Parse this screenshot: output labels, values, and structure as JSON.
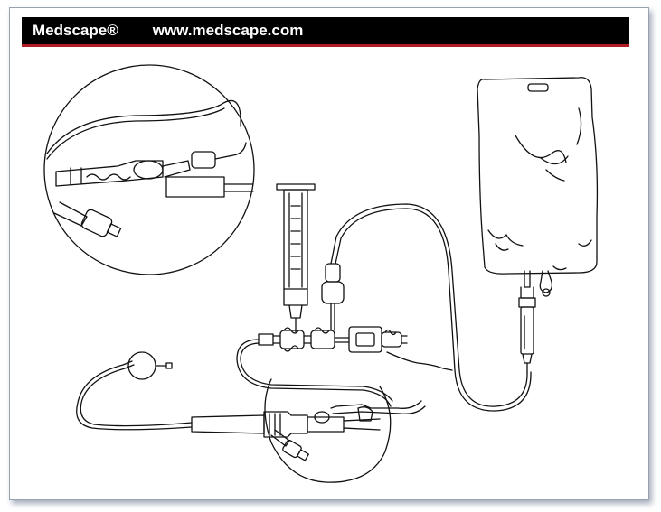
{
  "header": {
    "brand": "Medscape®",
    "url": "www.medscape.com",
    "bar_color": "#000000",
    "rule_color": "#b01c22"
  },
  "illustration": {
    "style": "black line art",
    "components": [
      "iv-bag",
      "drip-chamber",
      "pressure-tubing",
      "syringe",
      "three-way-stopcock",
      "pressure-transducer",
      "transducer-cable",
      "catheter-sheath",
      "balloon",
      "magnified-insert"
    ]
  }
}
